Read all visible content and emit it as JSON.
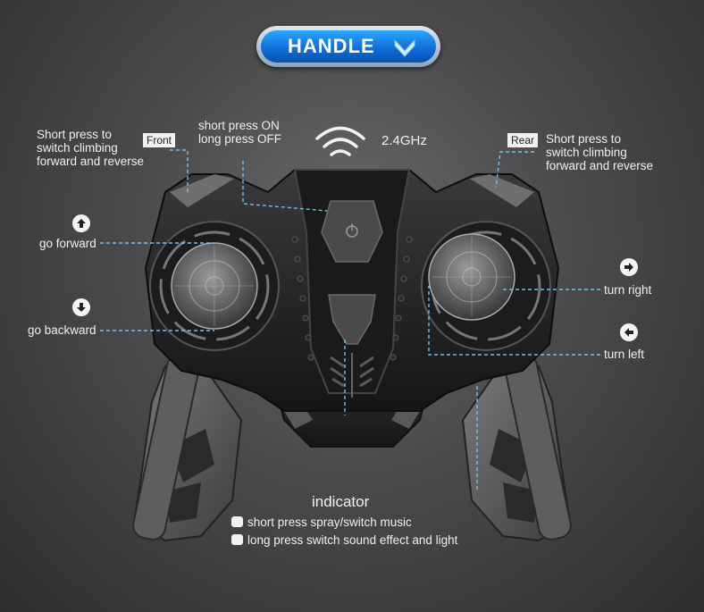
{
  "title": "HANDLE",
  "signal": "2.4GHz",
  "front": {
    "tag": "Front",
    "text_lines": [
      "Short press to",
      "switch climbing",
      "forward and reverse"
    ]
  },
  "rear": {
    "tag": "Rear",
    "text_lines": [
      "Short press to",
      "switch climbing",
      "forward and reverse"
    ]
  },
  "power": {
    "lines": [
      "short press ON",
      "long press OFF"
    ]
  },
  "left_stick": {
    "forward": "go forward",
    "backward": "go backward"
  },
  "right_stick": {
    "right": "turn right",
    "left": "turn left"
  },
  "indicator": {
    "title": "indicator",
    "items": [
      "short press spray/switch music",
      "long press switch sound effect and light"
    ]
  },
  "colors": {
    "title_pill": "#1a8df0",
    "label_text": "#f0f0f0",
    "leader_line": "#6fc6e6",
    "controller_body": "#1f1f1f"
  },
  "icons": {
    "title": "chevron-down-icon",
    "signal": "wifi-signal-icon",
    "forward": "arrow-up-icon",
    "backward": "arrow-down-icon",
    "right": "arrow-right-icon",
    "left": "arrow-left-icon"
  }
}
